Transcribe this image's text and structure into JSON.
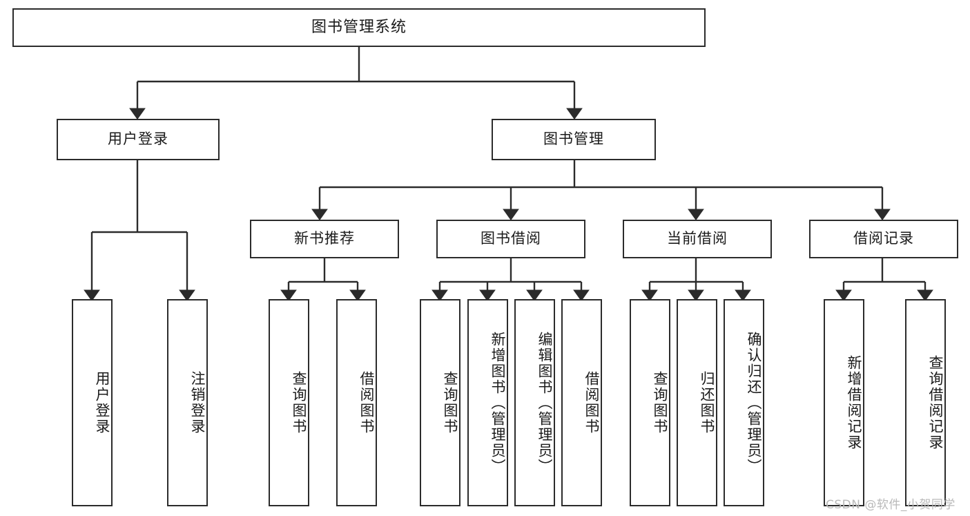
{
  "diagram": {
    "title": "图书管理系统",
    "type": "functional-structure-tree",
    "root": {
      "label": "图书管理系统"
    },
    "level2": [
      {
        "label": "用户登录"
      },
      {
        "label": "图书管理"
      }
    ],
    "level3": [
      {
        "label": "新书推荐"
      },
      {
        "label": "图书借阅"
      },
      {
        "label": "当前借阅"
      },
      {
        "label": "借阅记录"
      }
    ],
    "leaves": {
      "user_login": [
        {
          "label": "用户登录"
        },
        {
          "label": "注销登录"
        }
      ],
      "new_book_recommend": [
        {
          "label": "查询图书"
        },
        {
          "label": "借阅图书"
        }
      ],
      "book_borrow": [
        {
          "label": "查询图书"
        },
        {
          "label": "新增图书（管理员）"
        },
        {
          "label": "编辑图书（管理员）"
        },
        {
          "label": "借阅图书"
        }
      ],
      "current_borrow": [
        {
          "label": "查询图书"
        },
        {
          "label": "归还图书"
        },
        {
          "label": "确认归还（管理员）"
        }
      ],
      "borrow_record": [
        {
          "label": "新增借阅记录"
        },
        {
          "label": "查询借阅记录"
        }
      ]
    }
  },
  "watermark": {
    "text": "CSDN @软件_小贺同学"
  },
  "colors": {
    "border": "#2b2b2b",
    "background": "#ffffff",
    "text": "#1a1a1a",
    "watermark": "#b9b9b9"
  }
}
